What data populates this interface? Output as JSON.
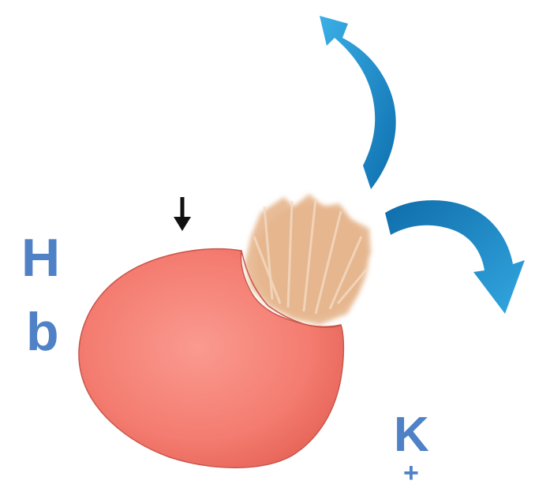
{
  "labels": {
    "hemoglobin_top": "H",
    "hemoglobin_bottom": "b",
    "potassium": "K",
    "potassium_charge": "+"
  },
  "colors": {
    "cell_fill": "#F47C70",
    "cell_outline": "#C9564C",
    "rupture": "#E9B88E",
    "arrow_blue": "#1E93D0",
    "arrow_black": "#111111",
    "label_blue": "#4F81C7"
  },
  "icons": {
    "pointer": "down-arrow-icon",
    "release_arrows": "curved-arrow-icon"
  }
}
